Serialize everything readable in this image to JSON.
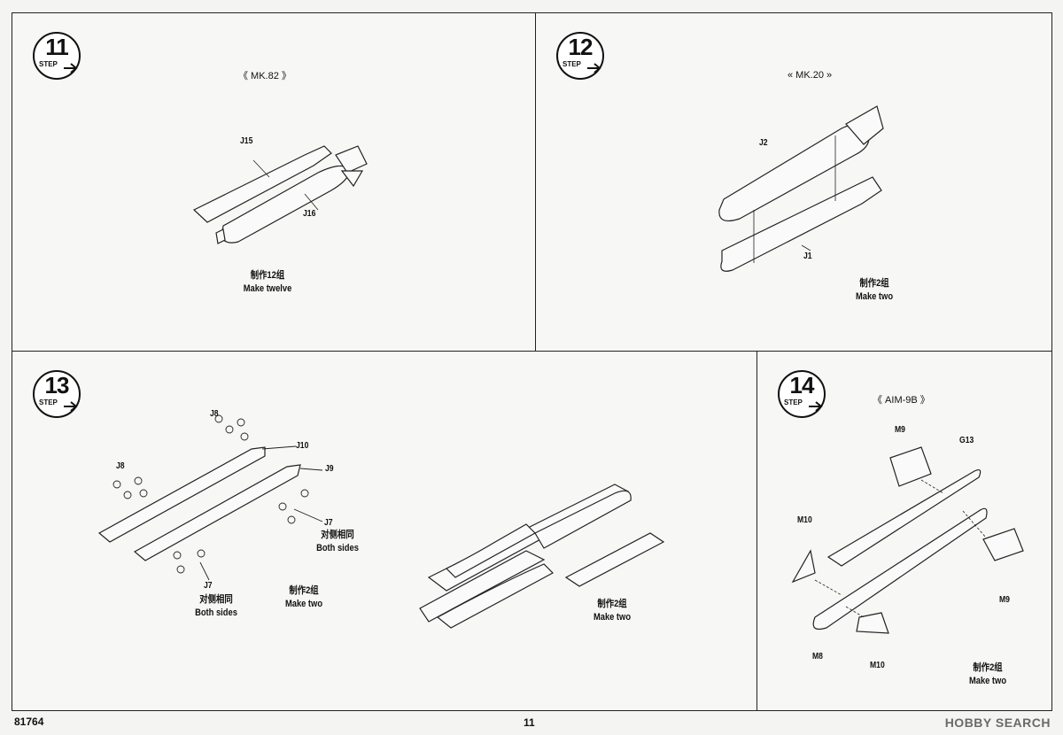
{
  "steps": [
    {
      "number": "11",
      "step_word": "STEP",
      "title": "《 MK.82 》",
      "parts": [
        "J15",
        "J16"
      ],
      "caption_cn": "制作12组",
      "caption_en": "Make twelve"
    },
    {
      "number": "12",
      "step_word": "STEP",
      "title": "« MK.20 »",
      "parts": [
        "J2",
        "J1"
      ],
      "caption_cn": "制作2组",
      "caption_en": "Make two"
    },
    {
      "number": "13",
      "step_word": "STEP",
      "parts": [
        "J8",
        "J10",
        "J8",
        "J9",
        "J7",
        "J7"
      ],
      "note_both_cn": "对侧相同",
      "note_both_en": "Both sides",
      "caption_cn": "制作2组",
      "caption_en": "Make two"
    },
    {
      "number": "14",
      "step_word": "STEP",
      "title": "《 AIM-9B 》",
      "parts": [
        "M9",
        "G13",
        "M10",
        "M9",
        "M8",
        "M10"
      ],
      "caption_cn": "制作2组",
      "caption_en": "Make two"
    }
  ],
  "footer": {
    "code": "81764",
    "page": "11",
    "watermark": "HOBBY SEARCH"
  }
}
